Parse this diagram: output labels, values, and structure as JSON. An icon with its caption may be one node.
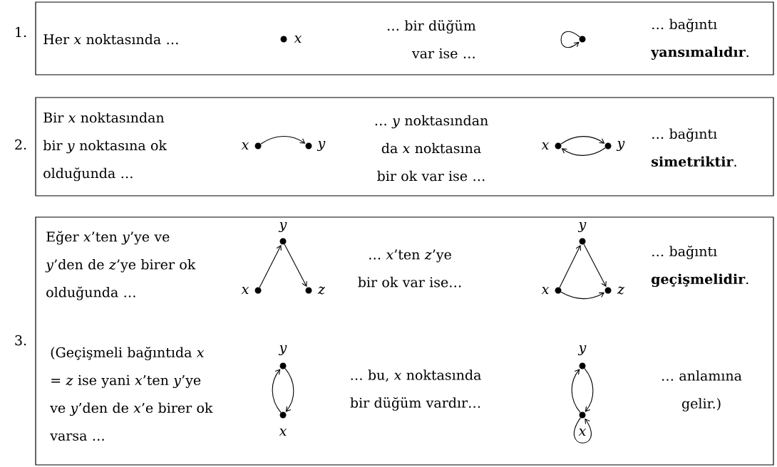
{
  "diagram": {
    "nodes": [
      {
        "text": [
          "1.",
          "Her *x* noktasında …",
          "… bir düğüm var ise …",
          "… bağıntı **yansımalıdır**."
        ]
      },
      {
        "text": [],
        "shape": "circle",
        "in": 0,
        "beside": [
          "*x*"
        ]
      },
      {
        "text": [],
        "shape": "circle",
        "in": 0
      },
      {
        "text": [
          "2.",
          "Bir *x* noktasından bir *y* noktasına ok olduğunda …",
          "… *y* noktasından da *x* noktasına bir ok var ise …",
          "… bağıntı **simetriktir**."
        ]
      },
      {
        "text": [],
        "shape": "circle",
        "in": 3,
        "beside": [
          "*x*"
        ]
      },
      {
        "text": [],
        "shape": "circle",
        "in": 3,
        "beside": [
          "*y*"
        ]
      },
      {
        "text": [],
        "shape": "circle",
        "in": 3,
        "beside": [
          "*x*"
        ]
      },
      {
        "text": [],
        "shape": "circle",
        "in": 3,
        "beside": [
          "*y*"
        ]
      },
      {
        "text": [
          "3.",
          "Eğer *x*’ten *y*’ye ve *y*’den de *z*’ye birer ok olduğunda …",
          "… *x*’ten *z*’ye bir ok var ise…",
          "… bağıntı **geçişmelidir**.",
          "(Geçişmeli bağıntıda *x* = *z* ise yani *x*’ten *y*’ye ve *y*’den de *x*’e birer ok varsa …",
          "… bu, *x* noktasında bir düğüm vardır…",
          "… anlamına gelir.)"
        ]
      },
      {
        "text": [],
        "shape": "circle",
        "in": 8,
        "beside": [
          "*y*"
        ]
      },
      {
        "text": [],
        "shape": "circle",
        "in": 8,
        "beside": [
          "*x*"
        ]
      },
      {
        "text": [],
        "shape": "circle",
        "in": 8,
        "beside": [
          "*z*"
        ]
      },
      {
        "text": [],
        "shape": "circle",
        "in": 8,
        "beside": [
          "*y*"
        ]
      },
      {
        "text": [],
        "shape": "circle",
        "in": 8,
        "beside": [
          "*x*"
        ]
      },
      {
        "text": [],
        "shape": "circle",
        "in": 8,
        "beside": [
          "*z*"
        ]
      },
      {
        "text": [],
        "shape": "circle",
        "in": 8,
        "beside": [
          "*y*"
        ]
      },
      {
        "text": [],
        "shape": "circle",
        "in": 8,
        "beside": [
          "*x*"
        ]
      },
      {
        "text": [],
        "shape": "circle",
        "in": 8,
        "beside": [
          "*y*"
        ]
      },
      {
        "text": [],
        "shape": "circle",
        "in": 8,
        "beside": [
          "*x*"
        ]
      }
    ],
    "edges": [
      {
        "from": 2,
        "to": 2,
        "arrow": "to"
      },
      {
        "from": 4,
        "to": 5,
        "arrow": "to"
      },
      {
        "from": 6,
        "to": 7,
        "arrow": "to"
      },
      {
        "from": 7,
        "to": 6,
        "arrow": "to"
      },
      {
        "from": 10,
        "to": 9,
        "arrow": "to"
      },
      {
        "from": 9,
        "to": 11,
        "arrow": "to"
      },
      {
        "from": 13,
        "to": 12,
        "arrow": "to"
      },
      {
        "from": 12,
        "to": 14,
        "arrow": "to"
      },
      {
        "from": 13,
        "to": 14,
        "arrow": "to"
      },
      {
        "from": 16,
        "to": 15,
        "arrow": "to"
      },
      {
        "from": 15,
        "to": 16,
        "arrow": "to"
      },
      {
        "from": 18,
        "to": 17,
        "arrow": "to"
      },
      {
        "from": 17,
        "to": 18,
        "arrow": "to"
      },
      {
        "from": 18,
        "to": 18,
        "arrow": "to"
      }
    ]
  }
}
